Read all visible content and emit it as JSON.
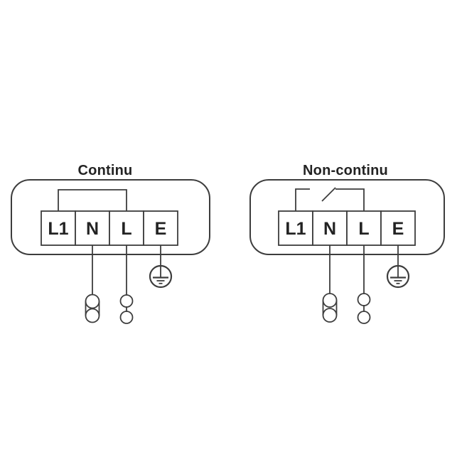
{
  "colors": {
    "background": "#ffffff",
    "stroke": "#3d3d3d",
    "text": "#232323"
  },
  "icons": {
    "earth": "protective-earth-ground-icon",
    "switch": "open-switch-contact",
    "neutral_connector": "double-ring-connector",
    "live_connector": "linked-ring-connector"
  },
  "diagrams": [
    {
      "title": "Continu",
      "jumper": "closed-link-L1-to-L",
      "terminals": [
        "L1",
        "N",
        "L",
        "E"
      ]
    },
    {
      "title": "Non-continu",
      "jumper": "switched-link-L1-to-L",
      "terminals": [
        "L1",
        "N",
        "L",
        "E"
      ]
    }
  ]
}
